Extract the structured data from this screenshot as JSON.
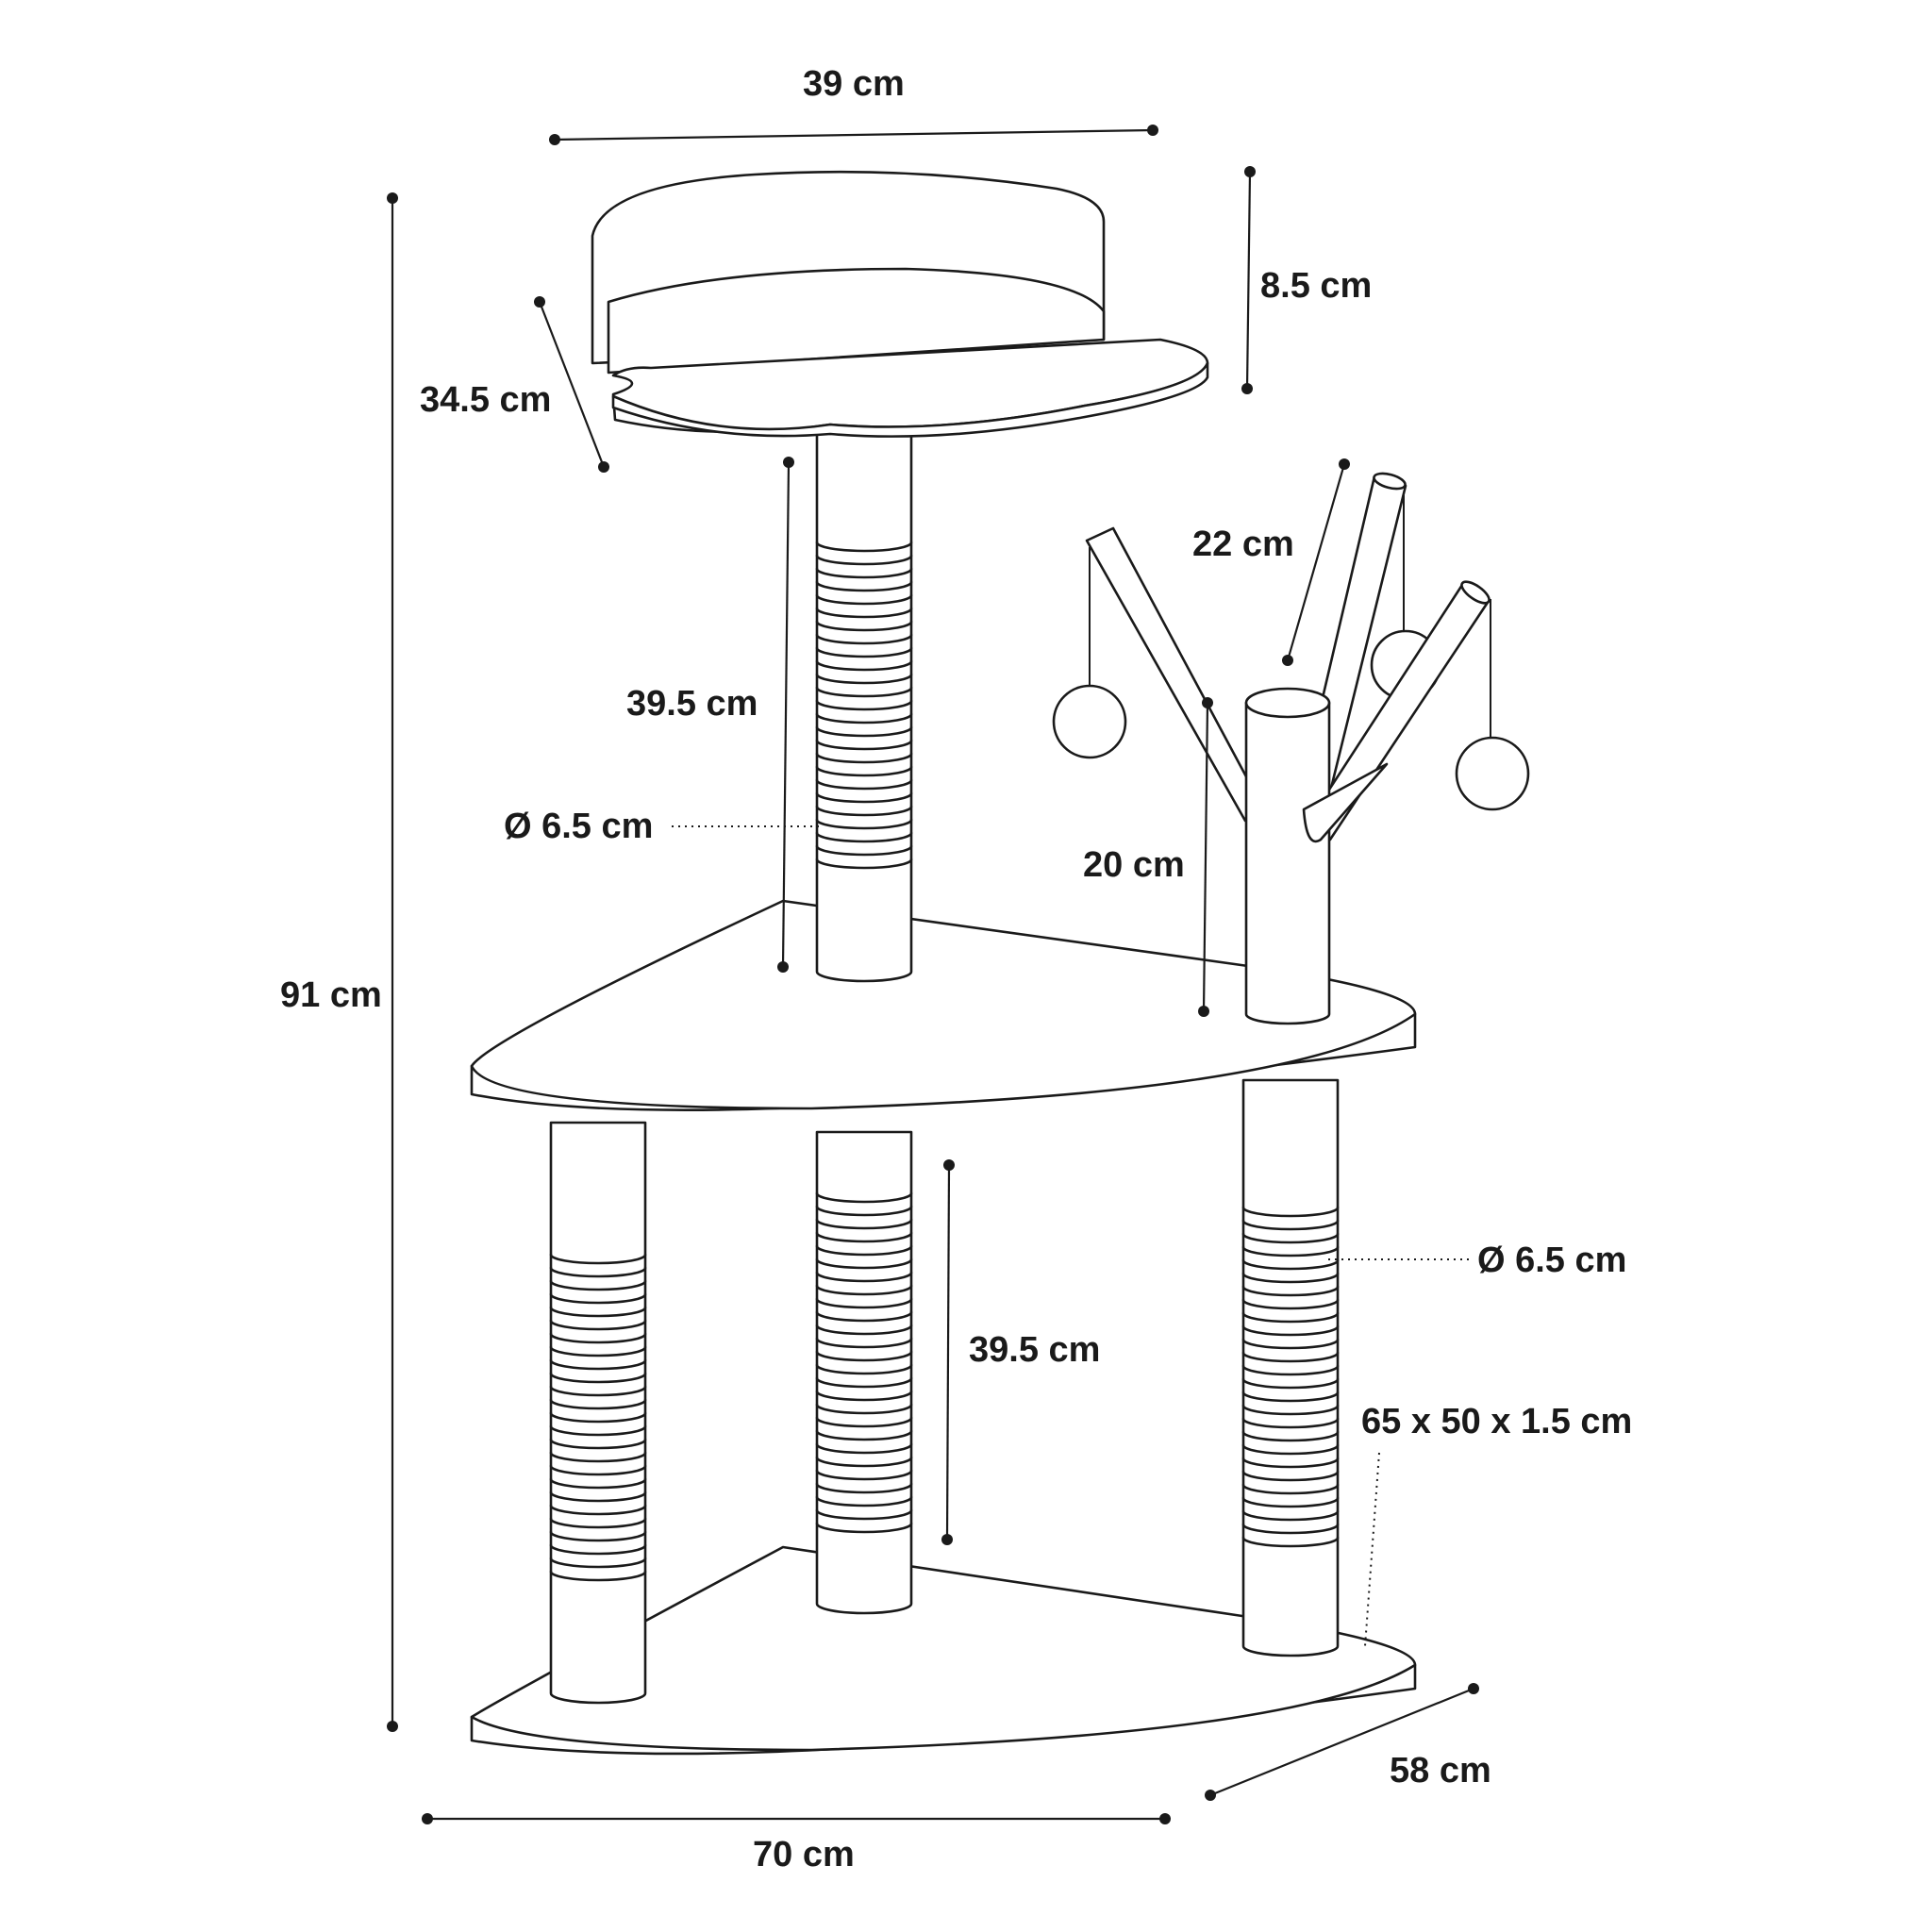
{
  "labels": {
    "top_width": "39 cm",
    "bed_height": "8.5 cm",
    "bed_depth": "34.5 cm",
    "toy_branch_length": "22 cm",
    "upper_post_height": "39.5 cm",
    "upper_post_diameter": "Ø 6.5 cm",
    "toy_post_height": "20 cm",
    "total_height": "91 cm",
    "lower_post_diameter": "Ø 6.5 cm",
    "lower_post_height": "39.5 cm",
    "board_size": "65 x 50 x 1.5 cm",
    "base_depth": "58 cm",
    "base_width": "70 cm"
  },
  "colors": {
    "line": "#1a1a1a",
    "fill": "#ffffff"
  }
}
